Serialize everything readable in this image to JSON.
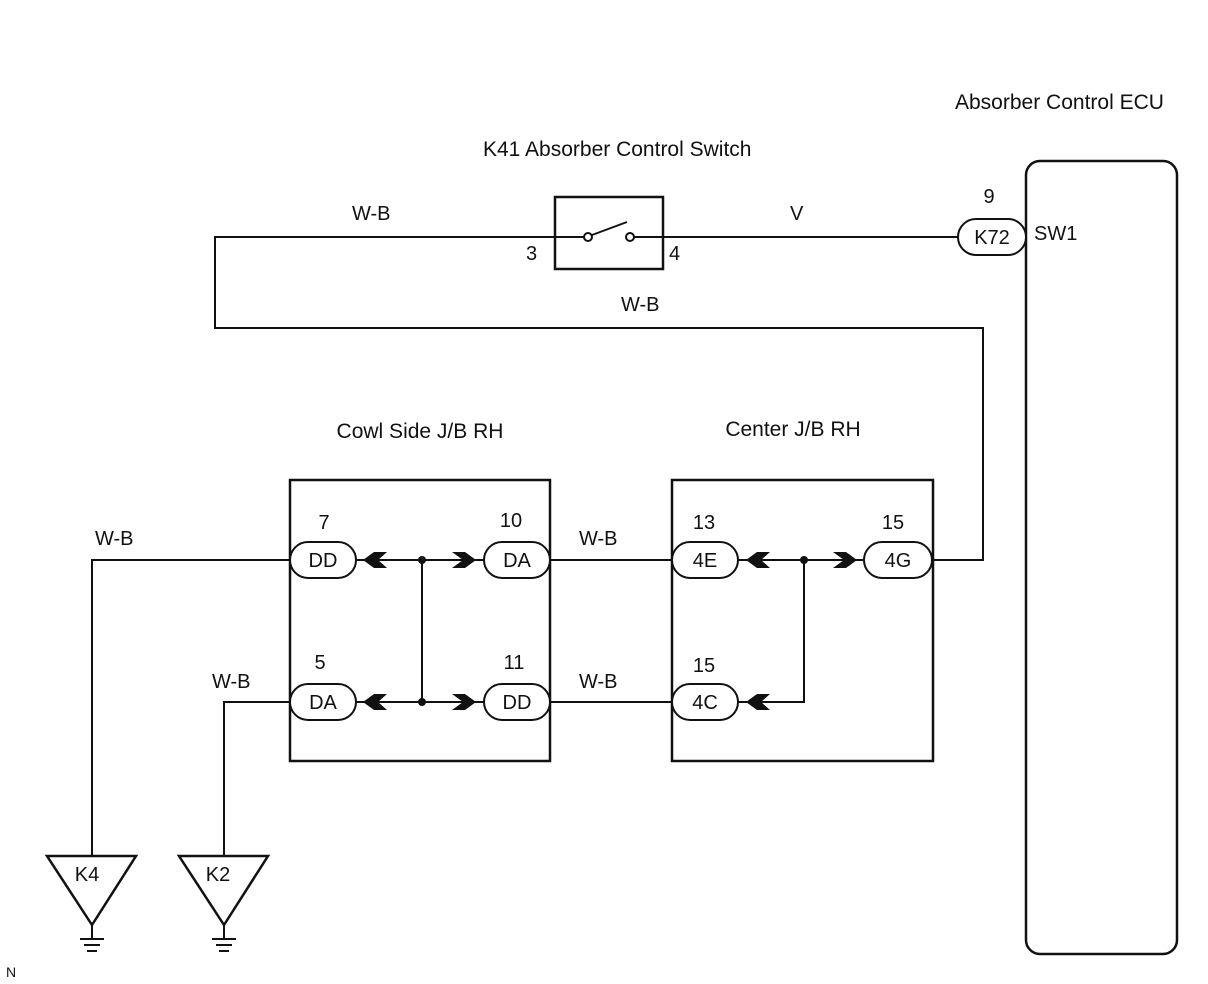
{
  "titles": {
    "ecu": "Absorber Control ECU",
    "switch": "K41 Absorber Control Switch",
    "cowl_jb": "Cowl Side J/B RH",
    "center_jb": "Center J/B RH"
  },
  "wire_colors": {
    "top_left": "W-B",
    "top_right": "V",
    "return": "W-B",
    "k4_lead": "W-B",
    "k2_lead": "W-B",
    "jb_link_upper": "W-B",
    "jb_link_lower": "W-B"
  },
  "switch_pins": {
    "left": "3",
    "right": "4"
  },
  "ecu_pin": {
    "number": "9",
    "connector": "K72",
    "terminal": "SW1"
  },
  "cowl_connectors": {
    "upper_left": {
      "pin": "7",
      "code": "DD"
    },
    "upper_right": {
      "pin": "10",
      "code": "DA"
    },
    "lower_left": {
      "pin": "5",
      "code": "DA"
    },
    "lower_right": {
      "pin": "11",
      "code": "DD"
    }
  },
  "center_connectors": {
    "upper_left": {
      "pin": "13",
      "code": "4E"
    },
    "upper_right": {
      "pin": "15",
      "code": "4G"
    },
    "lower_left": {
      "pin": "15",
      "code": "4C"
    }
  },
  "grounds": {
    "left": "K4",
    "right": "K2"
  },
  "corner_mark": "N"
}
